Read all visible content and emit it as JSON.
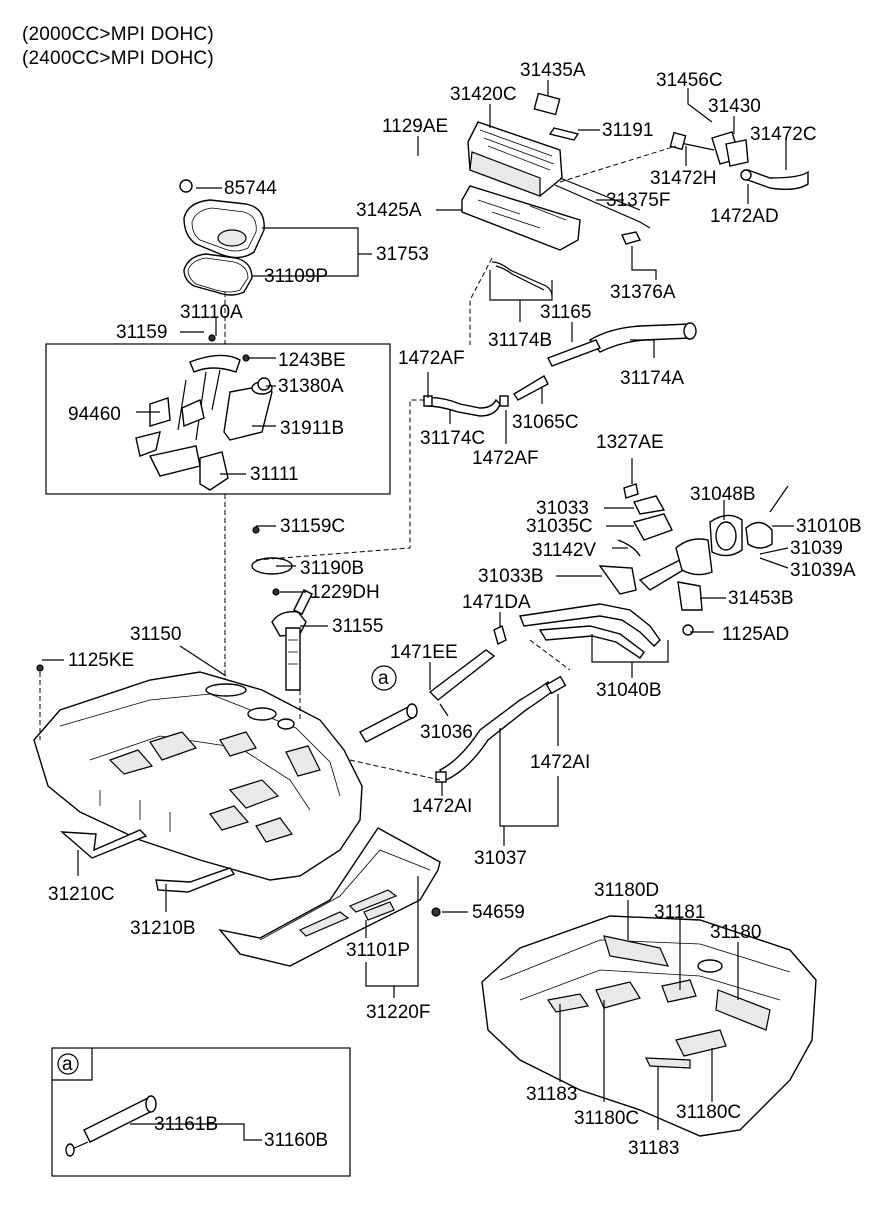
{
  "header": {
    "line1": "(2000CC>MPI DOHC)",
    "line2": "(2400CC>MPI DOHC)"
  },
  "callouts": {
    "p31435A": "31435A",
    "p31420C": "31420C",
    "p31456C": "31456C",
    "p31430": "31430",
    "p1129AE": "1129AE",
    "p31191": "31191",
    "p31472C": "31472C",
    "p31472H": "31472H",
    "p85744": "85744",
    "p31375F": "31375F",
    "p1472AD": "1472AD",
    "p31425A": "31425A",
    "p31753": "31753",
    "p31109P": "31109P",
    "p31376A": "31376A",
    "p31110A": "31110A",
    "p31165": "31165",
    "p31159": "31159",
    "p31174B": "31174B",
    "p1243BE": "1243BE",
    "p1472AF_a": "1472AF",
    "p31174A": "31174A",
    "p31380A": "31380A",
    "p94460": "94460",
    "p31065C": "31065C",
    "p31911B": "31911B",
    "p31174C": "31174C",
    "p1327AE": "1327AE",
    "p1472AF_b": "1472AF",
    "p31111": "31111",
    "p31048B": "31048B",
    "p31033": "31033",
    "p31010B": "31010B",
    "p31035C": "31035C",
    "p31159C": "31159C",
    "p31039": "31039",
    "p31142V": "31142V",
    "p31039A": "31039A",
    "p31190B": "31190B",
    "p31033B": "31033B",
    "p1229DH": "1229DH",
    "p31453B": "31453B",
    "p1471DA": "1471DA",
    "p31150": "31150",
    "p31155": "31155",
    "p1125AD": "1125AD",
    "p1125KE": "1125KE",
    "p1471EE": "1471EE",
    "p31040B": "31040B",
    "p31036": "31036",
    "p1472AI_a": "1472AI",
    "p1472AI_b": "1472AI",
    "p31037": "31037",
    "p31210C": "31210C",
    "p54659": "54659",
    "p31180D": "31180D",
    "p31181": "31181",
    "p31210B": "31210B",
    "p31180": "31180",
    "p31101P": "31101P",
    "p31220F": "31220F",
    "p31183_a": "31183",
    "p31180C_a": "31180C",
    "p31180C_b": "31180C",
    "p31161B": "31161B",
    "p31160B": "31160B",
    "p31183_b": "31183",
    "ref_a": "a",
    "ref_a_box": "a"
  }
}
